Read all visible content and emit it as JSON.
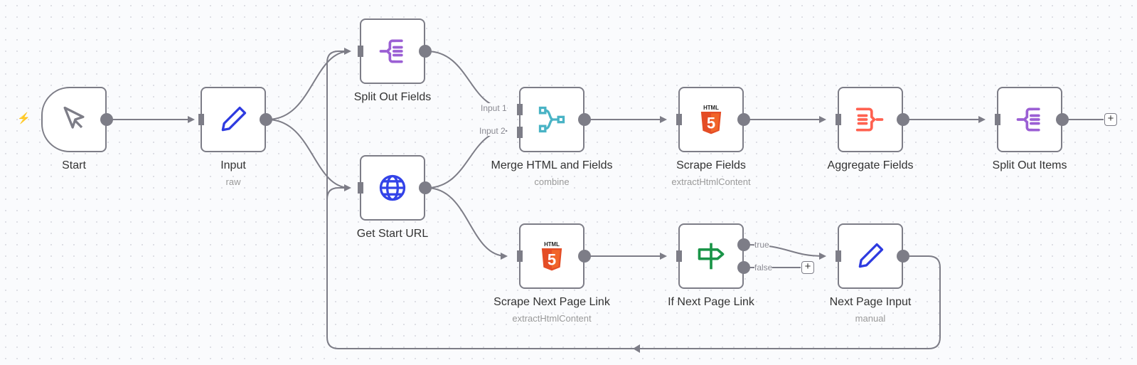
{
  "canvas": {
    "background": "#fafbfd",
    "edge_color": "#7d7d87"
  },
  "trigger_icon": "lightning-bolt-icon",
  "nodes": [
    {
      "id": "start",
      "label": "Start",
      "subtitle": "",
      "icon": "cursor-click-icon",
      "icon_color": "#7d7d87"
    },
    {
      "id": "input",
      "label": "Input",
      "subtitle": "raw",
      "icon": "pencil-icon",
      "icon_color": "#2e3be0"
    },
    {
      "id": "split_out_fields",
      "label": "Split Out Fields",
      "subtitle": "",
      "icon": "split-out-icon",
      "icon_color": "#9b5fd4"
    },
    {
      "id": "get_start_url",
      "label": "Get Start URL",
      "subtitle": "",
      "icon": "globe-icon",
      "icon_color": "#3343e8"
    },
    {
      "id": "merge",
      "label": "Merge HTML and Fields",
      "subtitle": "combine",
      "icon": "merge-icon",
      "icon_color": "#49b3c5"
    },
    {
      "id": "scrape_fields",
      "label": "Scrape Fields",
      "subtitle": "extractHtmlContent",
      "icon": "html5-icon",
      "icon_color": "#e44d26"
    },
    {
      "id": "aggregate_fields",
      "label": "Aggregate Fields",
      "subtitle": "",
      "icon": "aggregate-icon",
      "icon_color": "#ff6150"
    },
    {
      "id": "split_out_items",
      "label": "Split Out Items",
      "subtitle": "",
      "icon": "split-out-icon",
      "icon_color": "#9b5fd4"
    },
    {
      "id": "scrape_next",
      "label": "Scrape Next Page Link",
      "subtitle": "extractHtmlContent",
      "icon": "html5-icon",
      "icon_color": "#e44d26"
    },
    {
      "id": "if_next",
      "label": "If Next Page Link",
      "subtitle": "",
      "icon": "signpost-icon",
      "icon_color": "#1a9448"
    },
    {
      "id": "next_page_input",
      "label": "Next Page Input",
      "subtitle": "manual",
      "icon": "pencil-icon",
      "icon_color": "#2e3be0"
    }
  ],
  "handle_labels": {
    "input1": "Input 1",
    "input2": "Input 2",
    "true": "true",
    "false": "false"
  },
  "html_badge": "HTML",
  "html_digit": "5",
  "plus_label": "+"
}
